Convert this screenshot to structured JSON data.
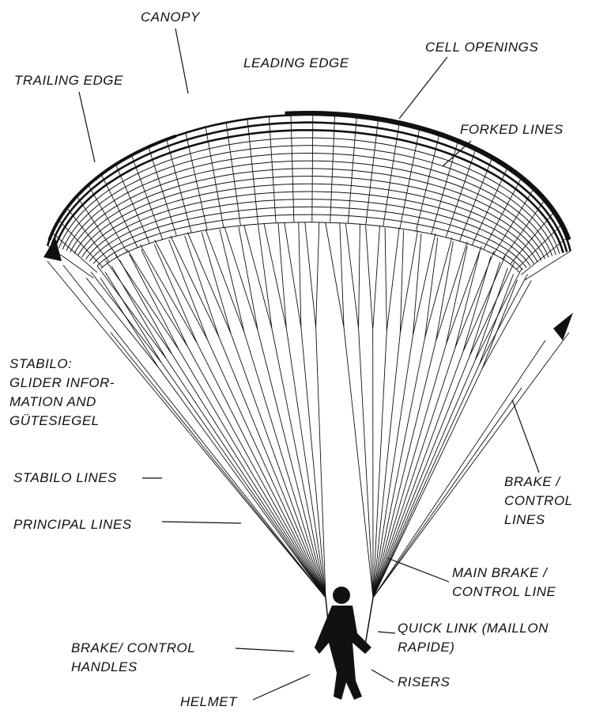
{
  "labels": {
    "canopy": "CANOPY",
    "leading_edge": "LEADING EDGE",
    "cell_openings": "CELL OPENINGS",
    "trailing_edge": "TRAILING EDGE",
    "forked_lines": "FORKED LINES",
    "stabilo": [
      "STABILO:",
      "GLIDER INFOR-",
      "MATION AND",
      "GÜTESIEGEL"
    ],
    "stabilo_lines": "STABILO LINES",
    "principal_lines": "PRINCIPAL  LINES",
    "brake_control_lines": [
      "BRAKE /",
      "CONTROL",
      "LINES"
    ],
    "main_brake_control_line": [
      "MAIN BRAKE /",
      "CONTROL LINE"
    ],
    "quick_link": [
      "QUICK LINK (MAILLON",
      "RAPIDE)"
    ],
    "brake_control_handles": [
      "BRAKE/ CONTROL",
      "HANDLES"
    ],
    "risers": "RISERS",
    "helmet": "HELMET"
  },
  "colors": {
    "ink": "#111111",
    "background": "#ffffff"
  }
}
